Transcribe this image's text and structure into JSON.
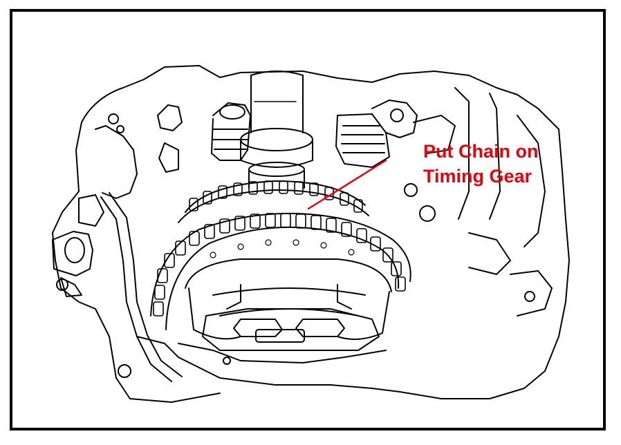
{
  "callout": {
    "line1": "Put Chain on",
    "line2": "Timing Gear",
    "color": "#e8000b"
  },
  "colors": {
    "ink": "#000000",
    "paper": "#ffffff"
  },
  "icons": {
    "illustration": "engine-timing-chain-line-drawing"
  }
}
